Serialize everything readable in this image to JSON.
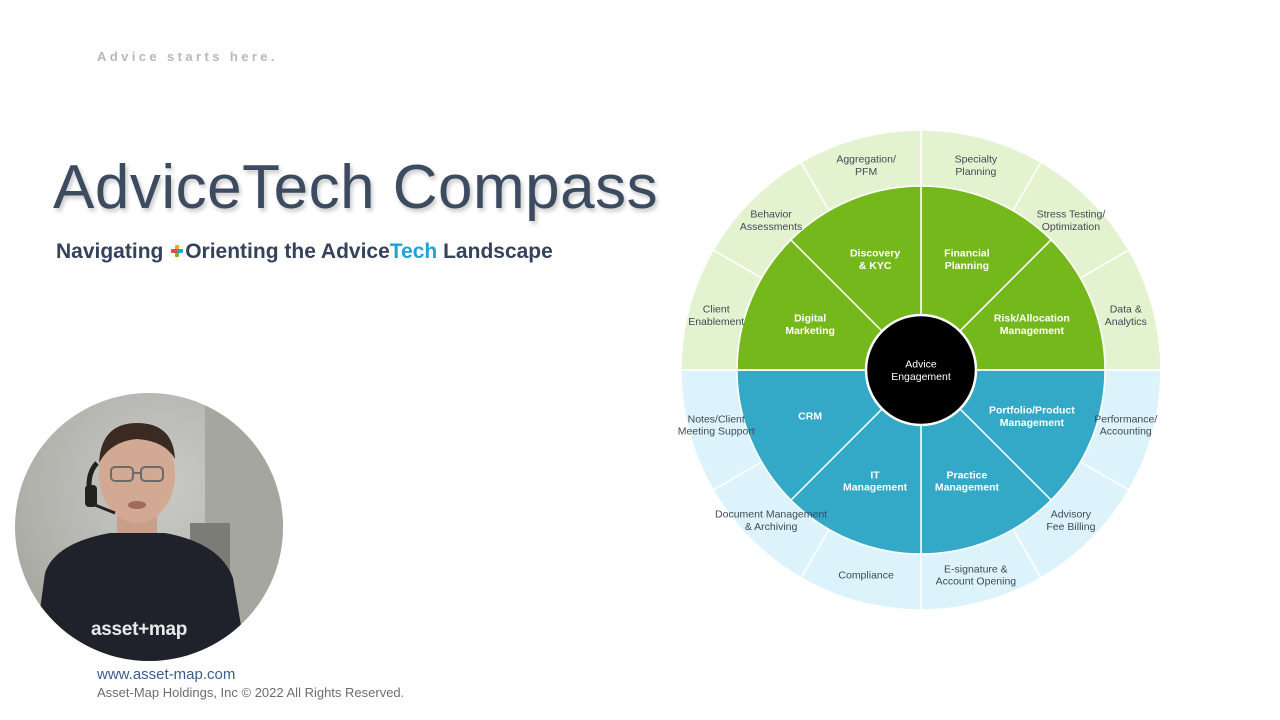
{
  "header": {
    "tagline": "Advice starts here.",
    "title": "AdviceTech Compass",
    "subtitle_part1": "Navigating",
    "subtitle_part2": "Orienting the Advice",
    "subtitle_accent": "Tech",
    "subtitle_part3": "Landscape"
  },
  "presenter": {
    "shirt_logo": "asset+map"
  },
  "footer": {
    "website": "www.asset-map.com",
    "copyright": "Asset-Map Holdings, Inc © 2022  All Rights Reserved."
  },
  "colors": {
    "green": "#75b81c",
    "light_green": "#e4f3cf",
    "blue": "#33a8c7",
    "light_blue": "#dcf3fb",
    "center": "#000000",
    "title": "#3d4b60",
    "accent": "#1fa3d6"
  },
  "compass": {
    "center_label": [
      "Advice",
      "Engagement"
    ],
    "inner": [
      {
        "label": [
          "Financial",
          "Planning"
        ],
        "color": "#75b81c"
      },
      {
        "label": [
          "Risk/Allocation",
          "Management"
        ],
        "color": "#75b81c"
      },
      {
        "label": [
          "Portfolio/Product",
          "Management"
        ],
        "color": "#33a8c7"
      },
      {
        "label": [
          "Practice",
          "Management"
        ],
        "color": "#33a8c7"
      },
      {
        "label": [
          "IT",
          "Management"
        ],
        "color": "#33a8c7"
      },
      {
        "label": [
          "CRM"
        ],
        "color": "#33a8c7"
      },
      {
        "label": [
          "Digital",
          "Marketing"
        ],
        "color": "#75b81c"
      },
      {
        "label": [
          "Discovery",
          "& KYC"
        ],
        "color": "#75b81c"
      }
    ],
    "outer": [
      {
        "label": [
          "Specialty",
          "Planning"
        ],
        "color": "#e4f3cf"
      },
      {
        "label": [
          "Stress Testing/",
          "Optimization"
        ],
        "color": "#e4f3cf"
      },
      {
        "label": [
          "Data &",
          "Analytics"
        ],
        "color": "#e4f3cf"
      },
      {
        "label": [
          "Performance/",
          "Accounting"
        ],
        "color": "#dcf3fb"
      },
      {
        "label": [
          "Advisory",
          "Fee Billing"
        ],
        "color": "#dcf3fb"
      },
      {
        "label": [
          "E-signature &",
          "Account Opening"
        ],
        "color": "#dcf3fb"
      },
      {
        "label": [
          "Compliance"
        ],
        "color": "#dcf3fb"
      },
      {
        "label": [
          "Document Management",
          "& Archiving"
        ],
        "color": "#dcf3fb"
      },
      {
        "label": [
          "Notes/Client",
          "Meeting Support"
        ],
        "color": "#dcf3fb"
      },
      {
        "label": [
          "Client",
          "Enablement"
        ],
        "color": "#e4f3cf"
      },
      {
        "label": [
          "Behavior",
          "Assessments"
        ],
        "color": "#e4f3cf"
      },
      {
        "label": [
          "Aggregation/",
          "PFM"
        ],
        "color": "#e4f3cf"
      }
    ]
  }
}
